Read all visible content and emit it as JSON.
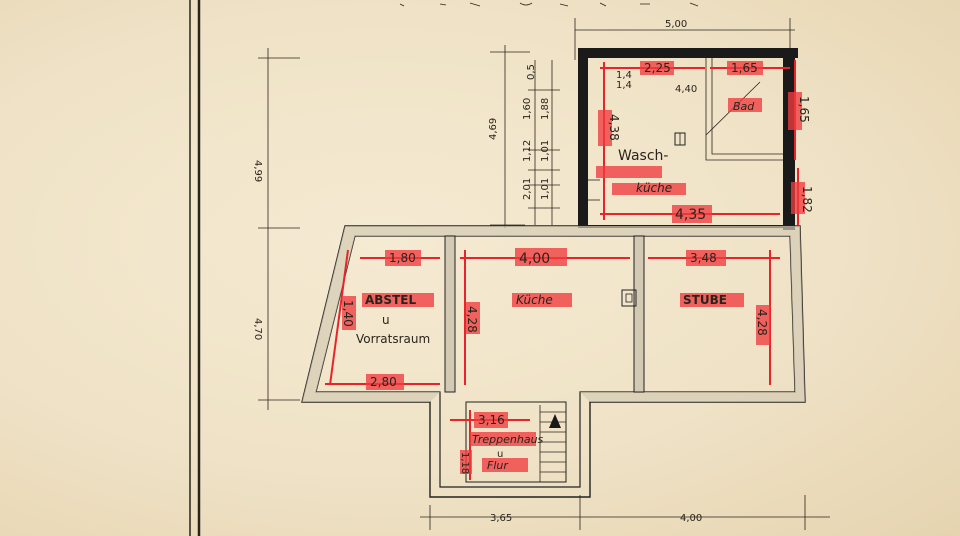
{
  "plan": {
    "top_partial_text": "",
    "rooms": {
      "waschkueche_label_1": "Wasch-",
      "waschkueche_label_2": "küche",
      "bad_label": "Bad",
      "abstel_label": "ABSTEL",
      "u_label": "u",
      "vorratsraum_label": "Vorratsraum",
      "kueche_label": "Küche",
      "stube_label": "STUBE",
      "treppenhaus_label": "Treppenhaus",
      "a_label": "u",
      "flur_label": "Flur"
    },
    "red_dims": {
      "wk_top_left": "2,25",
      "wk_top_right": "1,65",
      "wk_left": "4,38",
      "wk_right": "1,65",
      "wk_right_low": "1,82",
      "wk_bottom": "4,35",
      "abstel_top": "1,80",
      "abstel_left": "1,40",
      "abstel_bottom": "2,80",
      "kueche_top": "4,00",
      "kueche_left": "4,28",
      "stube_top": "3,48",
      "stube_right": "4,28",
      "treppe_top": "3,16",
      "treppe_left": "1,18"
    },
    "black_dims": {
      "top_overall": "5,00",
      "left_upper": "4,99",
      "left_lower": "4,70",
      "vert_mid": "4,69",
      "bottom_left": "3,65",
      "bottom_right": "4,00",
      "wk_height": "4,40",
      "frac_top": "1,4",
      "frac_bottom": "1,4",
      "small_1": "1,60",
      "small_2": "1,88",
      "small_3": "1,12",
      "small_4": "1,01",
      "small_5": "2,01",
      "small_6": "1,01",
      "small_7": "0,5"
    }
  }
}
